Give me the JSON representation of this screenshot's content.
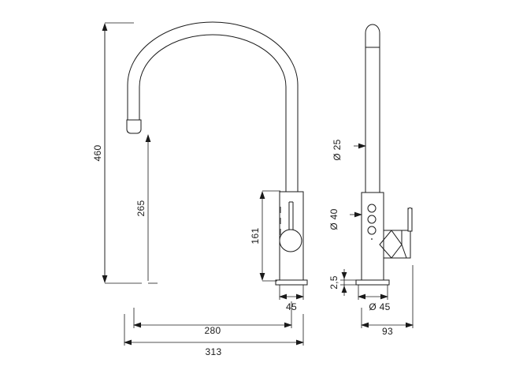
{
  "drawing": {
    "title": "Kitchen mixer tap technical dimension drawing",
    "background_color": "#ffffff",
    "line_color": "#1a1a1a",
    "views": {
      "front": {
        "name": "front-elevation-view",
        "description": "Gooseneck pull-down kitchen tap, front elevation"
      },
      "side": {
        "name": "side-elevation-view",
        "description": "Kitchen tap body seen from the side with lever handle"
      }
    },
    "dimensions": {
      "overall_height": "460",
      "spout_tip_height": "265",
      "body_height": "161",
      "body_width": "45",
      "spout_reach": "280",
      "overall_reach": "313",
      "spout_diameter": "Ø 25",
      "body_diameter": "Ø 40",
      "base_thickness": "2,5",
      "base_diameter": "Ø 45",
      "side_depth": "93"
    },
    "labels": [
      {
        "id": "overall-height",
        "text": "460",
        "orientation": "vertical"
      },
      {
        "id": "spout-tip-height",
        "text": "265",
        "orientation": "vertical"
      },
      {
        "id": "body-height",
        "text": "161",
        "orientation": "vertical"
      },
      {
        "id": "body-width",
        "text": "45",
        "orientation": "horizontal"
      },
      {
        "id": "spout-reach",
        "text": "280",
        "orientation": "horizontal"
      },
      {
        "id": "overall-reach",
        "text": "313",
        "orientation": "horizontal"
      },
      {
        "id": "spout-diameter",
        "text": "Ø 25",
        "orientation": "vertical"
      },
      {
        "id": "body-diameter",
        "text": "Ø 40",
        "orientation": "vertical"
      },
      {
        "id": "base-thickness",
        "text": "2,5",
        "orientation": "vertical"
      },
      {
        "id": "base-diameter",
        "text": "Ø 45",
        "orientation": "horizontal"
      },
      {
        "id": "side-depth",
        "text": "93",
        "orientation": "horizontal"
      }
    ]
  }
}
